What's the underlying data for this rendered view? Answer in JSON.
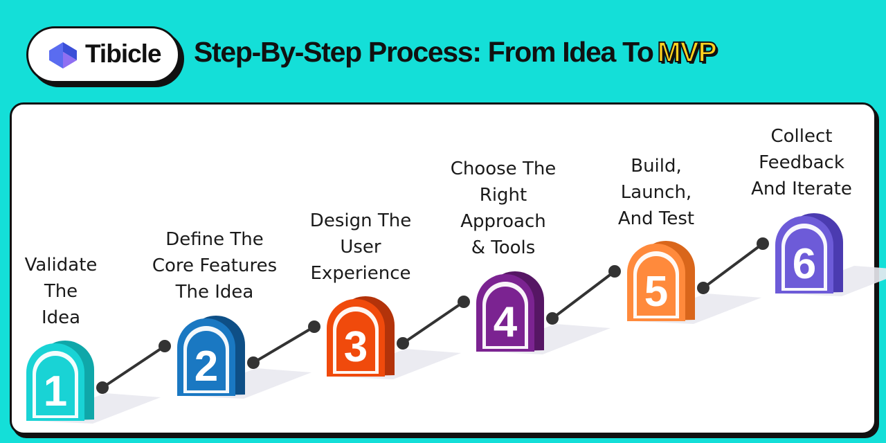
{
  "brand": {
    "name": "Tibicle"
  },
  "headline": {
    "main": "Step-By-Step Process: From Idea To",
    "highlight": "MVP"
  },
  "steps": [
    {
      "number": "1",
      "label": "Validate\nThe\nIdea",
      "color": "#19d3d5",
      "dark": "#0fa7a9"
    },
    {
      "number": "2",
      "label": "Define The\nCore Features\nThe Idea",
      "color": "#1a78c2",
      "dark": "#0e4f86"
    },
    {
      "number": "3",
      "label": "Design The\nUser\nExperience",
      "color": "#f04a0c",
      "dark": "#b3330a"
    },
    {
      "number": "4",
      "label": "Choose The\nRight\nApproach\n& Tools",
      "color": "#7b2391",
      "dark": "#561664"
    },
    {
      "number": "5",
      "label": "Build,\nLaunch,\nAnd Test",
      "color": "#ff8a3c",
      "dark": "#d9661b"
    },
    {
      "number": "6",
      "label": "Collect\nFeedback\nAnd Iterate",
      "color": "#6d5bd8",
      "dark": "#4b3bb0"
    }
  ]
}
